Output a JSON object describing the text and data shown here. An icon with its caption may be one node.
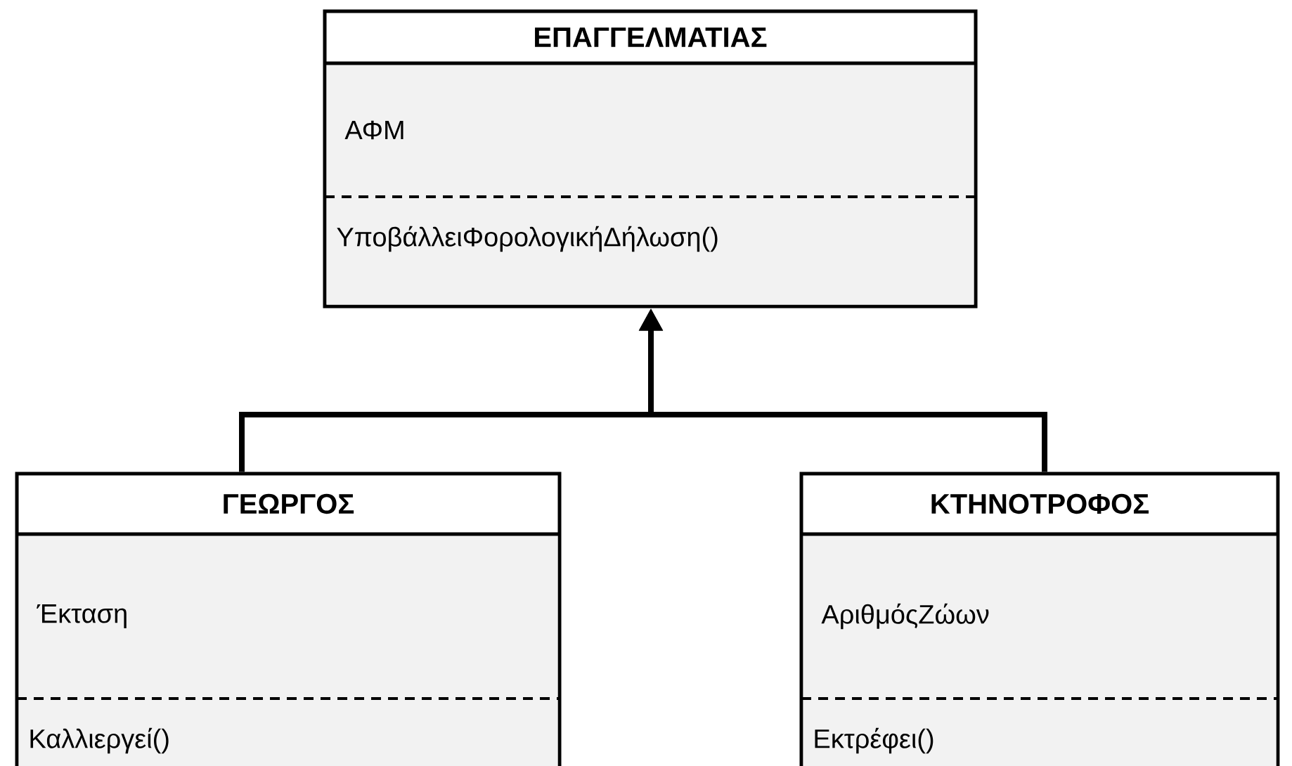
{
  "diagram": {
    "nodes": [
      {
        "text": [
          "ΕΠΑΓΓΕΛΜΑΤΙΑΣ",
          "ΑΦΜ",
          "ΥποβάλλειΦορολογικήΔήλωση()"
        ]
      },
      {
        "text": [
          "ΓΕΩΡΓΟΣ",
          "Έκταση",
          "Καλλιεργεί()"
        ]
      },
      {
        "text": [
          "ΚΤΗΝΟΤΡΟΦΟΣ",
          "ΑριθμόςΖώων",
          "Εκτρέφει()"
        ]
      }
    ],
    "edges": [
      {
        "from": 1,
        "to": 0,
        "arrow": "to"
      },
      {
        "from": 2,
        "to": 0,
        "arrow": "to"
      }
    ]
  }
}
